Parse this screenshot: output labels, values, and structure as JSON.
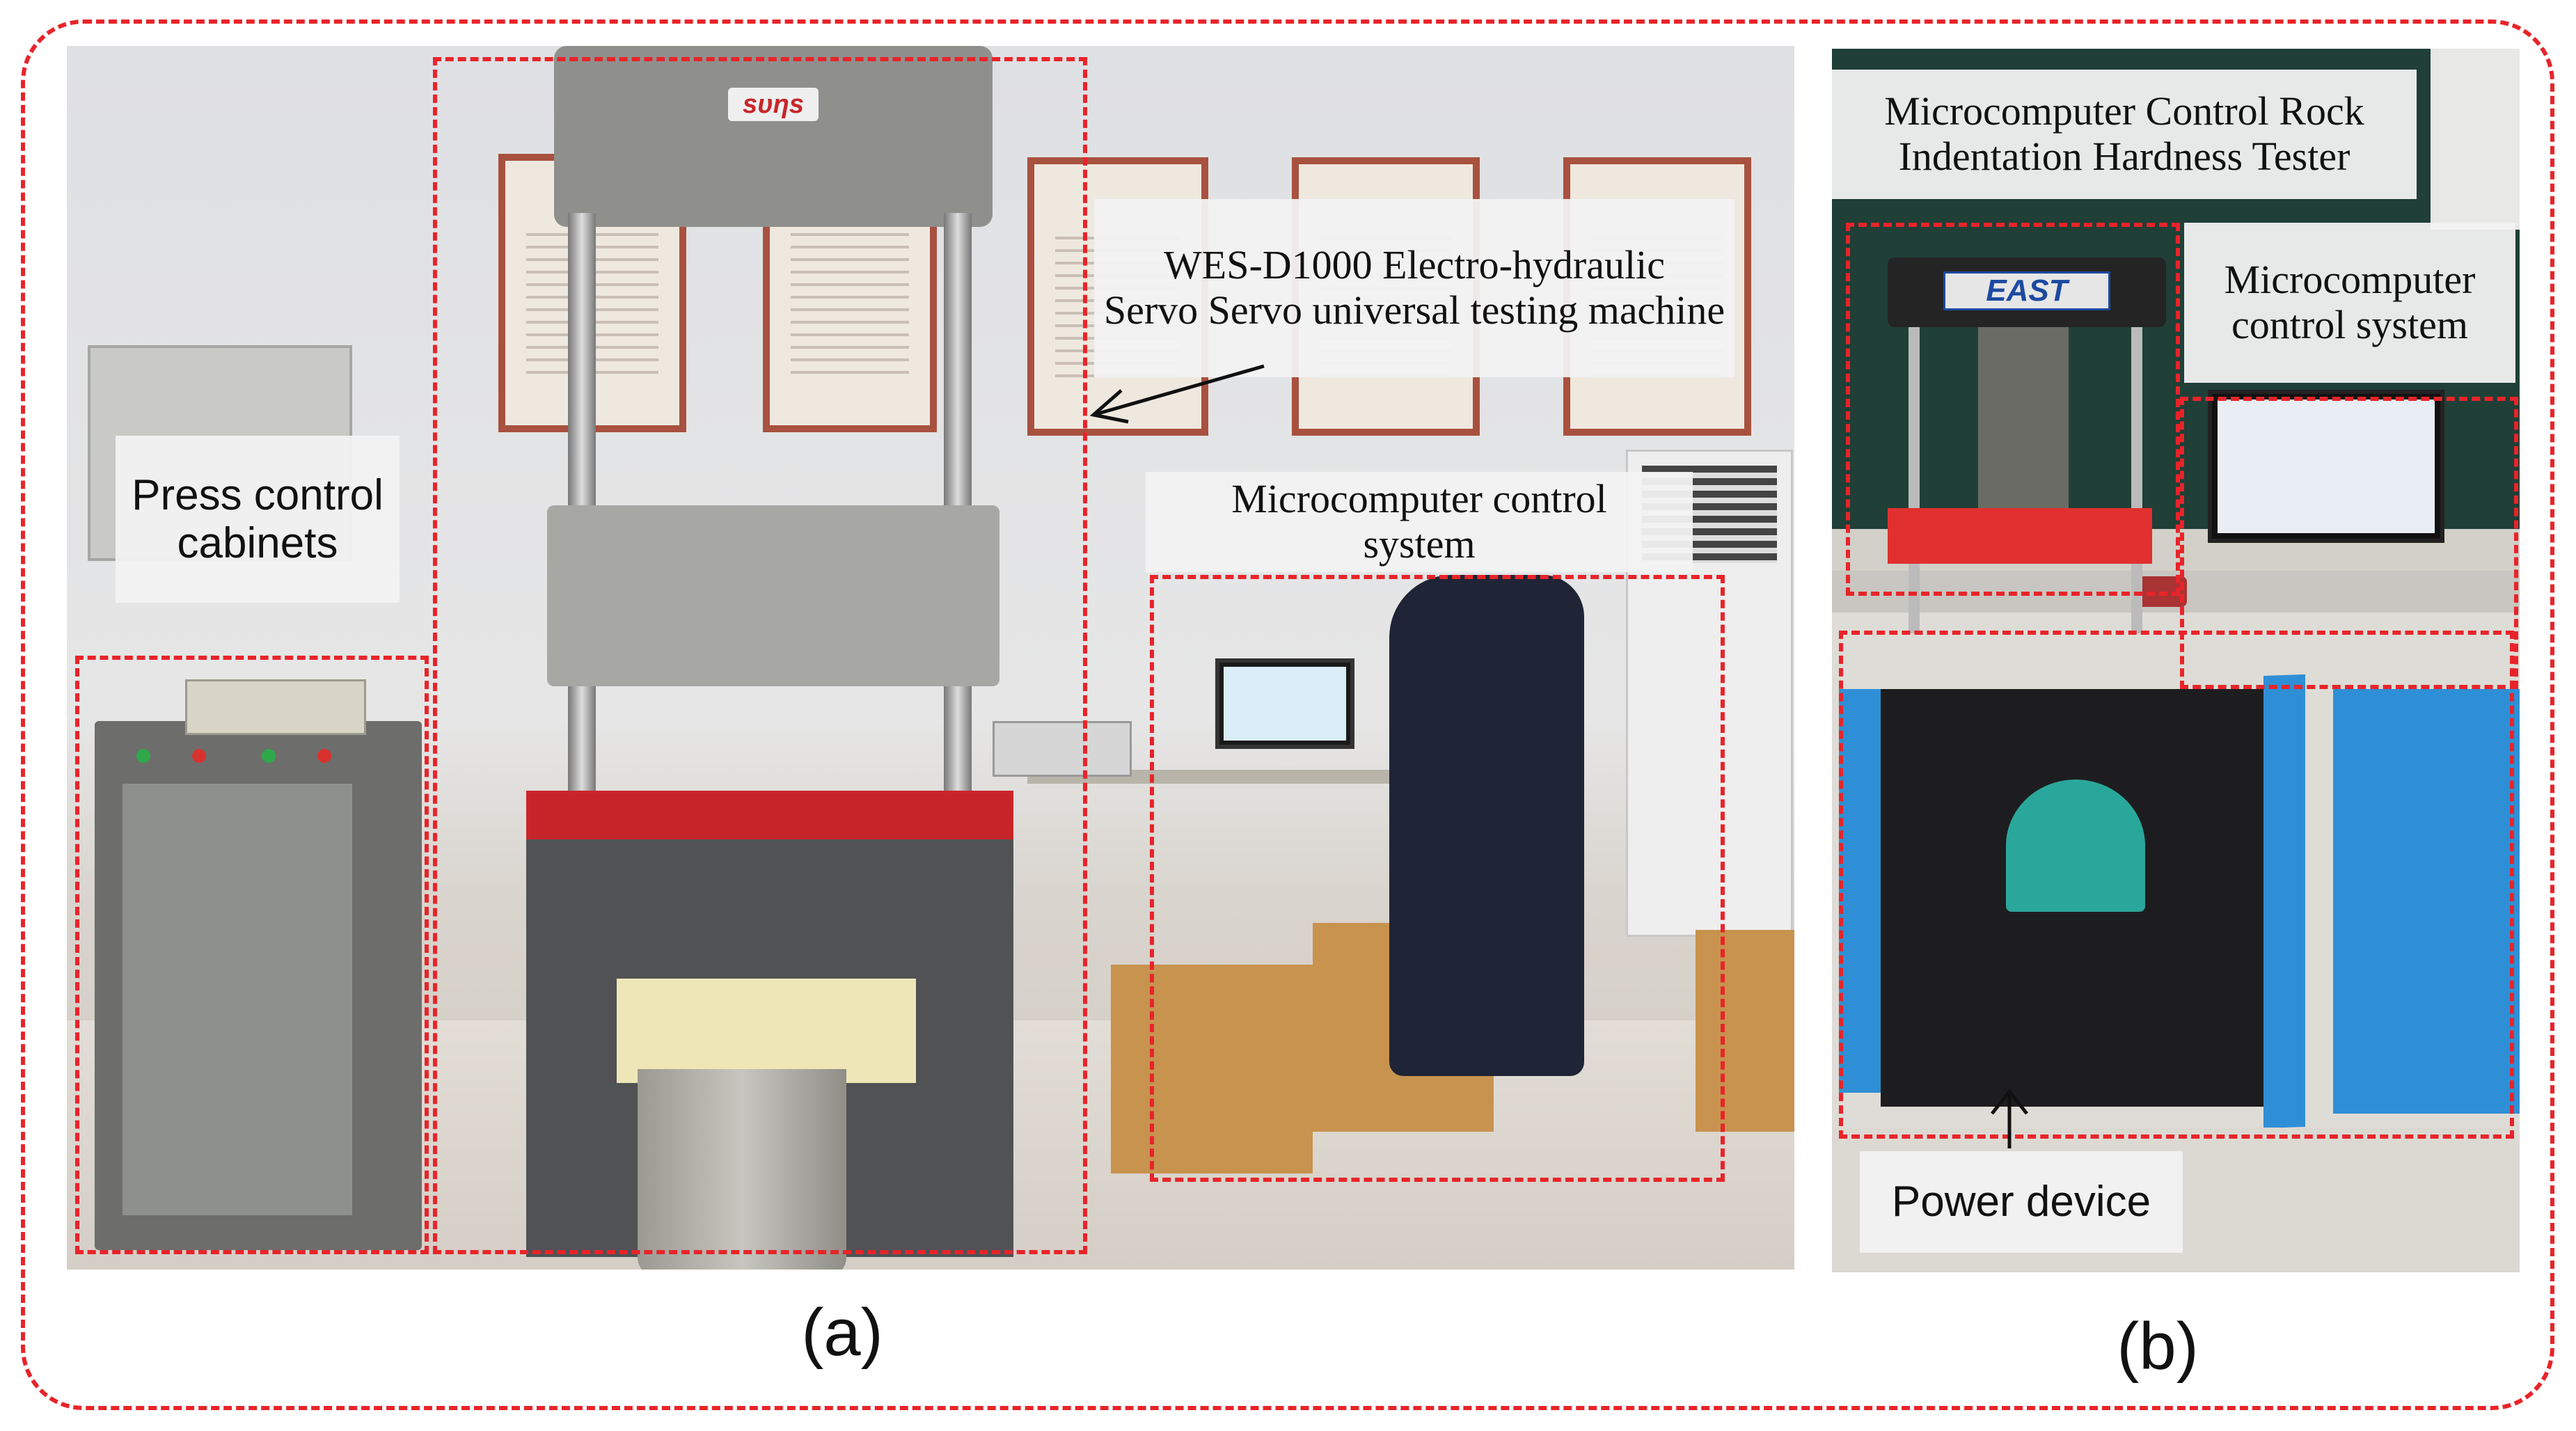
{
  "panel_a": {
    "letter": "(a)",
    "labels": {
      "press_control": "Press control cabinets",
      "testing_machine_line1": "WES-D1000 Electro-hydraulic",
      "testing_machine_line2": "Servo Servo universal testing machine",
      "microcomputer_control_line1": "Microcomputer control",
      "microcomputer_control_line2": "system"
    },
    "machine_logo": "sυηs"
  },
  "panel_b": {
    "letter": "(b)",
    "labels": {
      "tester_line1": "Microcomputer Control Rock",
      "tester_line2": "Indentation Hardness Tester",
      "control_line1": "Microcomputer",
      "control_line2": "control system",
      "power_device": "Power device"
    },
    "tester_logo": "EAST"
  },
  "colors": {
    "dash": "#e8242a",
    "label_bg": "#f2f2f2",
    "cabinet_blue": "#2f8fd6",
    "machine_grey": "#8c8c88"
  }
}
